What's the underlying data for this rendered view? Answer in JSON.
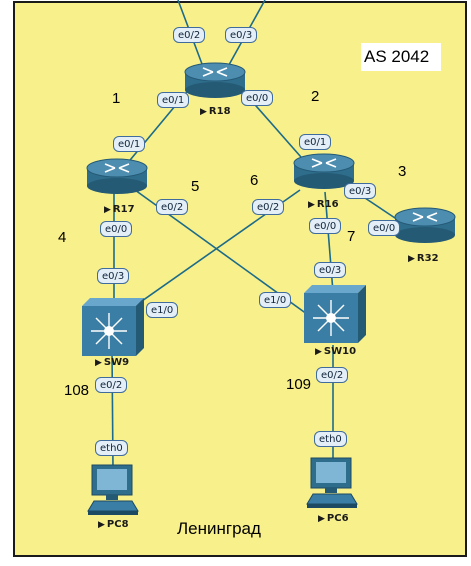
{
  "area": {
    "as_label": "AS 2042",
    "city_label": "Ленинград"
  },
  "devices": {
    "r18": "R18",
    "r17": "R17",
    "r16": "R16",
    "r32": "R32",
    "sw9": "SW9",
    "sw10": "SW10",
    "pc8": "PC8",
    "pc6": "PC6"
  },
  "links": {
    "l1": "1",
    "l2": "2",
    "l3": "3",
    "l4": "4",
    "l5": "5",
    "l6": "6",
    "l7": "7",
    "l108": "108",
    "l109": "109"
  },
  "ports": {
    "r18_top_left": "e0/2",
    "r18_top_right": "e0/3",
    "r18_e01": "e0/1",
    "r18_e00": "e0/0",
    "r17_e01": "e0/1",
    "r17_e02": "e0/2",
    "r17_e00": "e0/0",
    "r16_e01": "e0/1",
    "r16_e02": "e0/2",
    "r16_e03": "e0/3",
    "r16_e00": "e0/0",
    "r32_e00": "e0/0",
    "sw9_e03": "e0/3",
    "sw9_e10": "e1/0",
    "sw9_e02": "e0/2",
    "sw10_e03": "e0/3",
    "sw10_e10": "e1/0",
    "sw10_e02": "e0/2",
    "pc8_eth0": "eth0",
    "pc6_eth0": "eth0"
  },
  "colors": {
    "area_fill": "#f8f08a",
    "area_border": "#1a1a1a",
    "link": "#1c6b8a",
    "router_body": "#2f6d8c",
    "switch_body": "#3a7ea5"
  }
}
